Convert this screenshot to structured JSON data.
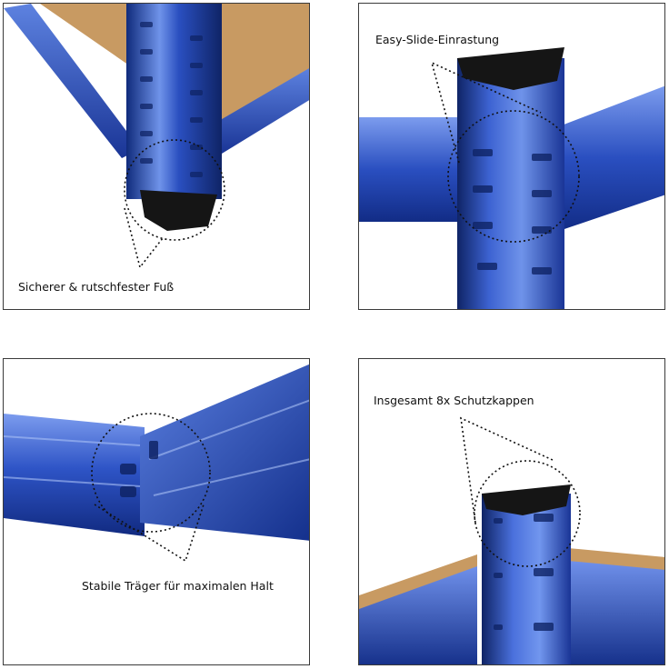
{
  "panels": [
    {
      "id": "foot",
      "caption": "Sicherer & rutschfester Fuß",
      "icon": "rubber-foot-closeup"
    },
    {
      "id": "slide",
      "caption": "Easy-Slide-Einrastung",
      "icon": "slot-connection-closeup"
    },
    {
      "id": "beam",
      "caption": "Stabile Träger für maximalen Halt",
      "icon": "beam-joint-closeup"
    },
    {
      "id": "caps",
      "caption": "Insgesamt 8x Schutzkappen",
      "icon": "protective-cap-closeup"
    }
  ],
  "colors": {
    "steel_blue": "#1e3fa8",
    "steel_highlight": "#6f93ea",
    "steel_shadow": "#0f2466",
    "board": "#c89a62",
    "cap": "#151515",
    "frame": "#3a3a3a"
  }
}
